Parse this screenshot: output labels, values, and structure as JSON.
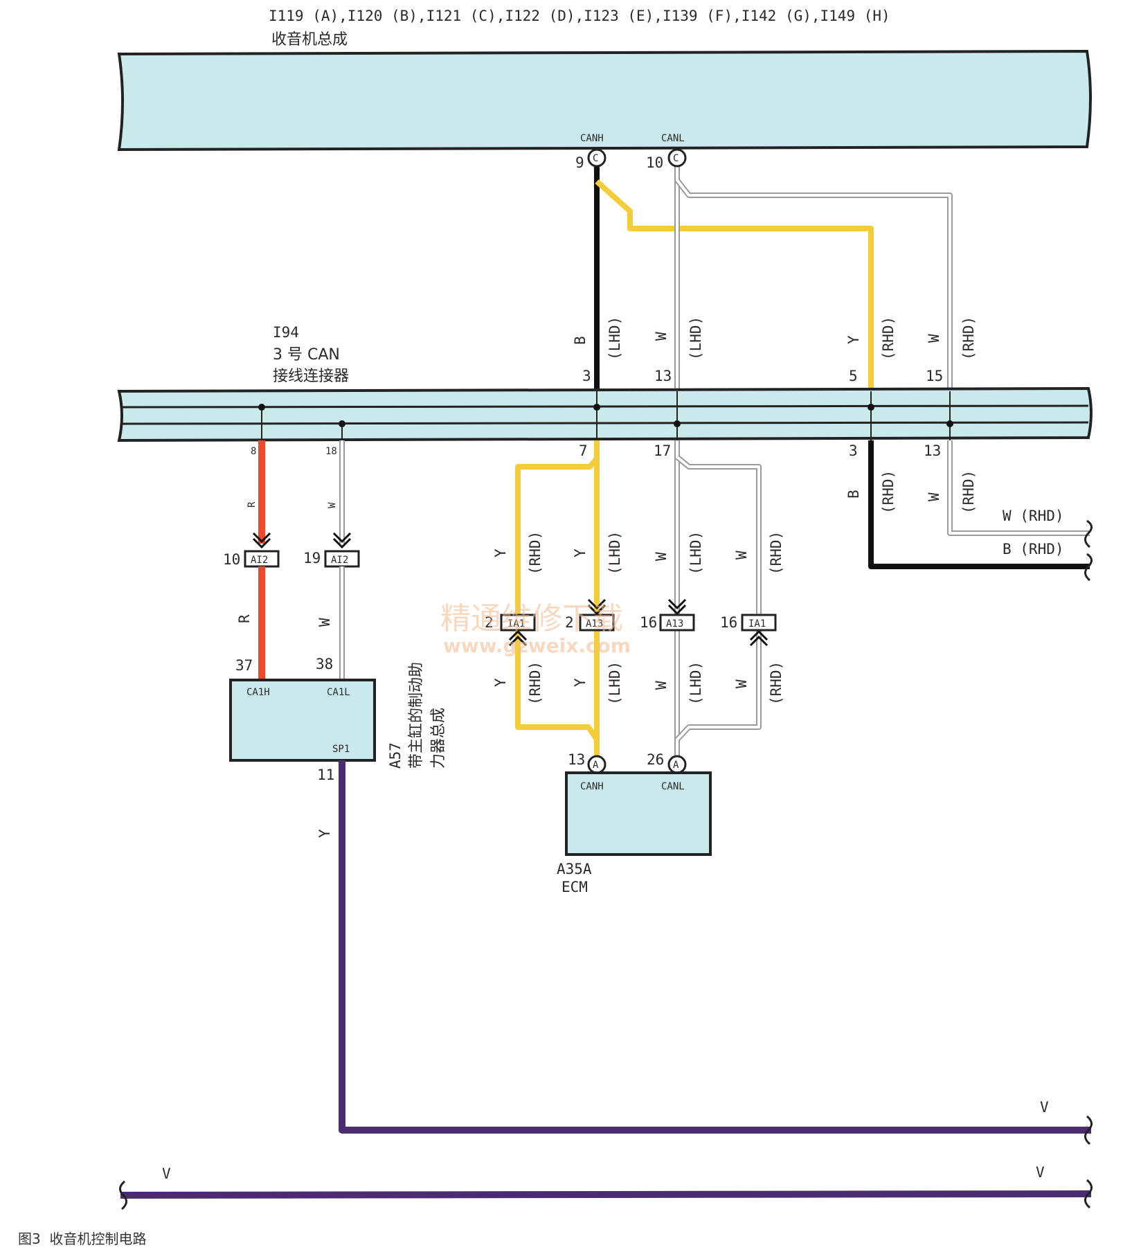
{
  "title": {
    "connectors": "I119 (A),I120 (B),I121 (C),I122 (D),I123 (E),I139 (F),I142 (G),I149 (H)",
    "name": "收音机总成"
  },
  "junction": {
    "id": "I94",
    "line1": "3 号 CAN",
    "line2": "接线连接器"
  },
  "radio_pins": {
    "canh_label": "CANH",
    "canl_label": "CANL",
    "canh_pin": "9",
    "canl_pin": "10",
    "connector_code": "C"
  },
  "junction_top_pins": {
    "p3": "3",
    "p13": "13",
    "p5": "5",
    "p15": "15"
  },
  "junction_bottom_pins": {
    "p8": "8",
    "p18": "18",
    "p7": "7",
    "p17": "17",
    "p3": "3",
    "p13": "13"
  },
  "wire_labels": {
    "B": "B",
    "W": "W",
    "Y": "Y",
    "R": "R",
    "LHD": "(LHD)",
    "RHD": "(RHD)",
    "w_rhd": "W (RHD)",
    "b_rhd": "B (RHD)",
    "V": "V"
  },
  "brake_unit": {
    "id": "A57",
    "name_line1": "带主缸的制动助",
    "name_line2": "力器总成",
    "pin_h_label": "CA1H",
    "pin_l_label": "CA1L",
    "pin_sp_label": "SP1",
    "pin_h": "37",
    "pin_l": "38",
    "pin_sp": "11",
    "conn_code": "AI2",
    "conn_pin_r": "10",
    "conn_pin_w": "19"
  },
  "ecm": {
    "id": "A35A",
    "name": "ECM",
    "canh_label": "CANH",
    "canl_label": "CANL",
    "canh_pin": "13",
    "canl_pin": "26",
    "connector_code": "A"
  },
  "inline_connectors": {
    "ia1": "IA1",
    "a13": "A13",
    "pin_2a": "2",
    "pin_2b": "2",
    "pin_16a": "16",
    "pin_16b": "16"
  },
  "watermark": {
    "cn": "精通维修下载",
    "url": "www.gzweix.com"
  },
  "caption": "图3  收音机控制电路",
  "colors": {
    "box_fill": "#c9e9ec",
    "yellow": "#f4cd3a",
    "black": "#111111",
    "white_wire": "#9a9a9a",
    "red": "#ee4a2a",
    "violet": "#4b2b72"
  }
}
